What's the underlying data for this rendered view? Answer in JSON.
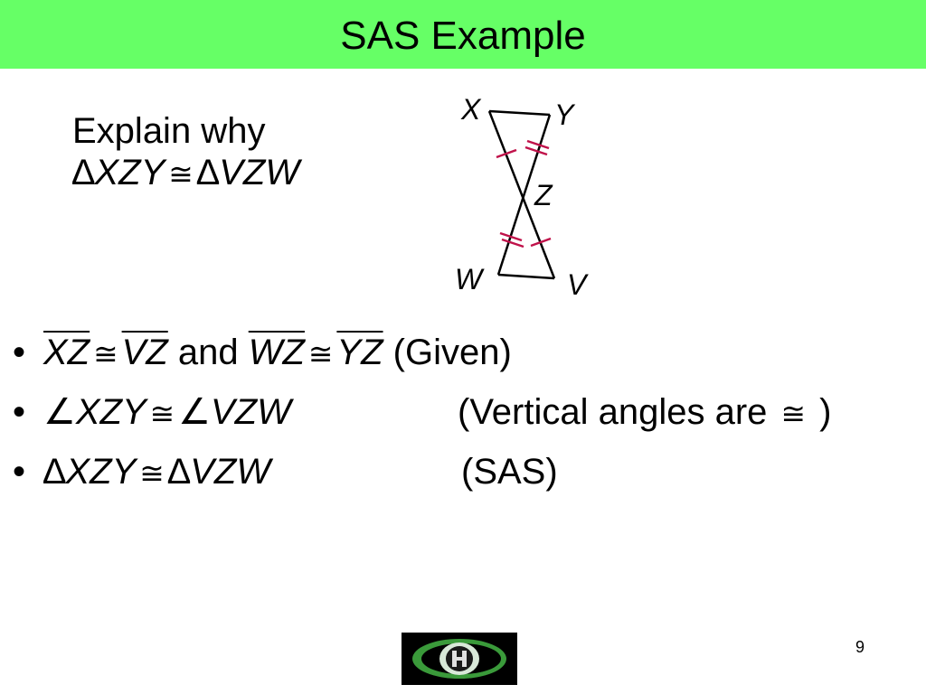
{
  "slide": {
    "title": "SAS Example",
    "prompt_line1": "Explain why",
    "prompt_line2": {
      "delta1": "∆",
      "tri1": "XZY",
      "cong": "≅",
      "delta2": "∆",
      "tri2": "VZW"
    },
    "diagram": {
      "labels": {
        "x": "X",
        "y": "Y",
        "z": "Z",
        "w": "W",
        "v": "V"
      },
      "tick_color": "#c0124a"
    },
    "bullets": [
      {
        "dot": "•",
        "seg1": "XZ",
        "cong1": "≅",
        "seg2": "VZ",
        "and": "and",
        "seg3": "WZ",
        "cong2": "≅",
        "seg4": "YZ",
        "reason": "(Given)"
      },
      {
        "dot": "•",
        "angle1": "∠",
        "a1": "XZY",
        "cong": "≅",
        "angle2": "∠",
        "a2": "VZW",
        "reason_pre": "(Vertical angles are ",
        "reason_cong": "≅",
        "reason_post": " )"
      },
      {
        "dot": "•",
        "delta1": "∆",
        "t1": "XZY",
        "cong": "≅",
        "delta2": "∆",
        "t2": "VZW",
        "reason": "(SAS)"
      }
    ],
    "page_number": "9",
    "title_bar_color": "#66ff66"
  }
}
